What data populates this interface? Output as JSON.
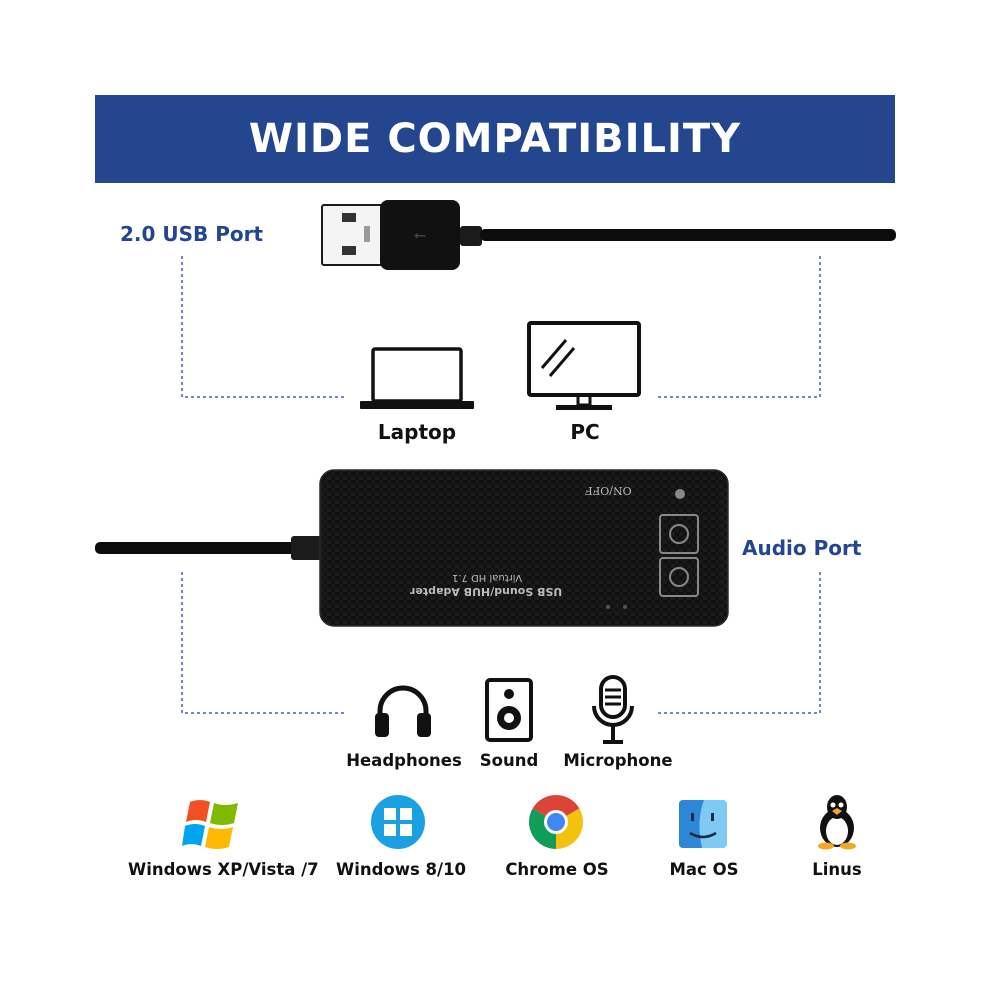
{
  "banner": {
    "title": "WIDE COMPATIBILITY"
  },
  "ports": {
    "usb_label": "2.0 USB Port",
    "audio_label": "Audio Port"
  },
  "devices_top": [
    {
      "label": "Laptop",
      "icon": "laptop-icon"
    },
    {
      "label": "PC",
      "icon": "monitor-icon"
    }
  ],
  "adapter": {
    "name": "USB Sound/HUB Adapter",
    "subtitle": "Virtual HD 7.1",
    "switch": "ON/OFF"
  },
  "devices_audio": [
    {
      "label": "Headphones",
      "icon": "headphones-icon"
    },
    {
      "label": "Sound",
      "icon": "speaker-icon"
    },
    {
      "label": "Microphone",
      "icon": "microphone-icon"
    }
  ],
  "os": [
    {
      "label": "Windows XP/Vista /7",
      "icon": "windows-xp-logo-icon"
    },
    {
      "label": "Windows 8/10",
      "icon": "windows-10-logo-icon"
    },
    {
      "label": "Chrome OS",
      "icon": "chrome-logo-icon"
    },
    {
      "label": "Mac OS",
      "icon": "mac-finder-logo-icon"
    },
    {
      "label": "Linus",
      "icon": "linux-tux-icon"
    }
  ],
  "colors": {
    "brand_blue": "#23468f",
    "text": "#111111",
    "dashed_line": "#23468f"
  }
}
